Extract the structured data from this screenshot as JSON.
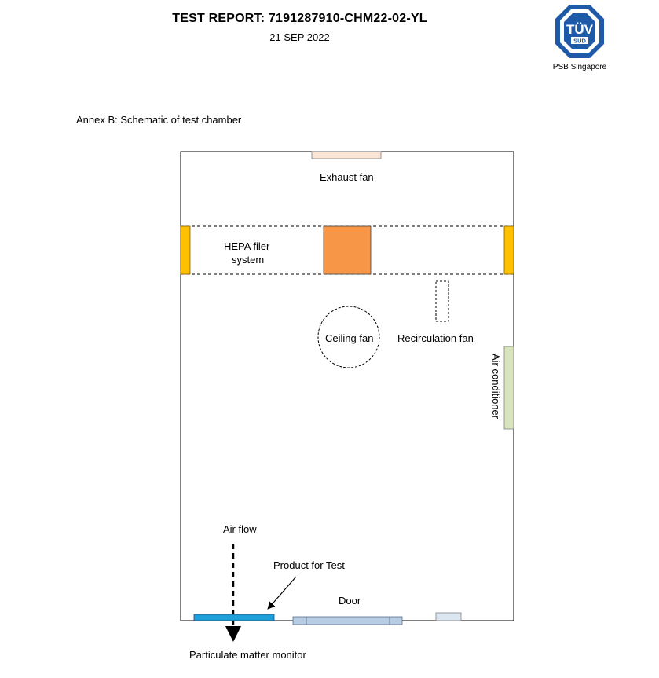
{
  "header": {
    "title": "TEST REPORT:  7191287910-CHM22-02-YL",
    "date": "21 SEP 2022"
  },
  "logo": {
    "mark_text": "TÜV",
    "sub_text": "SÜD",
    "caption": "PSB Singapore",
    "color": "#1e5aa8"
  },
  "annex": {
    "title": "Annex B: Schematic of test chamber"
  },
  "diagram": {
    "labels": {
      "exhaust_fan": "Exhaust fan",
      "hepa_line1": "HEPA filer",
      "hepa_line2": "system",
      "ceiling_fan": "Ceiling fan",
      "recirculation_fan": "Recirculation fan",
      "air_conditioner": "Air conditioner",
      "air_flow": "Air flow",
      "product_for_test": "Product for Test",
      "door": "Door",
      "particulate_monitor": "Particulate matter monitor"
    },
    "colors": {
      "exhaust_fan": "#fbe5d6",
      "hepa_unit": "#f79646",
      "hepa_side": "#ffc000",
      "air_conditioner": "#d8e4bc",
      "product": "#1f9fd8",
      "door": "#b8cce4",
      "monitor": "#dce6f1"
    }
  }
}
